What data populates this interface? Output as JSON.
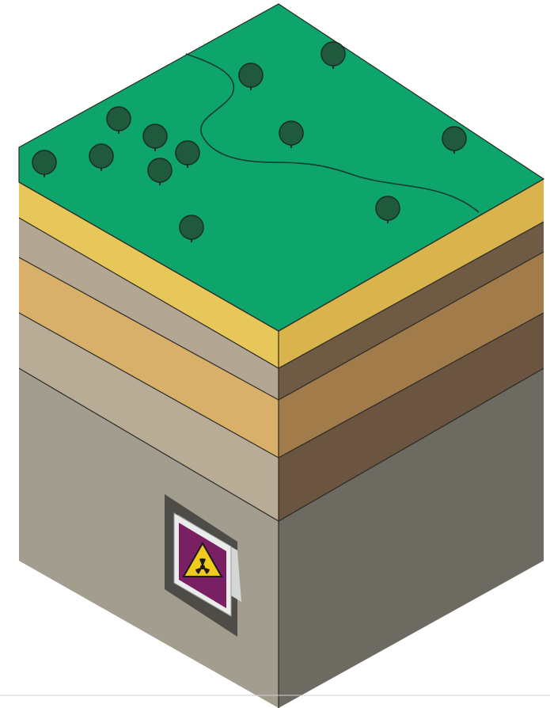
{
  "colors": {
    "grass_top": "#0da56b",
    "grass_edge": "#0b8c5b",
    "yellow_left": "#e7c65a",
    "yellow_right": "#d9b44c",
    "gray1_left": "#b3a692",
    "brown1_right": "#6f5a43",
    "tan_left": "#d8b06a",
    "tan_right": "#a27b4b",
    "gray2_left": "#b9ac96",
    "brown2_right": "#6b5440",
    "bedrock_left": "#a29d8e",
    "bedrock_right": "#6d6b61",
    "tree": "#1f5a3d",
    "outline": "#1b2b24",
    "sign_frame": "#e9eceb",
    "sign_purple": "#7a1f63",
    "sign_yellow": "#f0cb1e",
    "repository_opening": "#4e4c46"
  },
  "icons": {
    "trees": "tree-icon",
    "hazard": "radiation-hazard-icon"
  },
  "trees": [
    {
      "name": "tree-1"
    },
    {
      "name": "tree-2"
    },
    {
      "name": "tree-3"
    },
    {
      "name": "tree-4"
    },
    {
      "name": "tree-5"
    },
    {
      "name": "tree-6"
    },
    {
      "name": "tree-7"
    },
    {
      "name": "tree-8"
    },
    {
      "name": "tree-9"
    },
    {
      "name": "tree-10"
    },
    {
      "name": "tree-11"
    },
    {
      "name": "tree-12"
    }
  ]
}
